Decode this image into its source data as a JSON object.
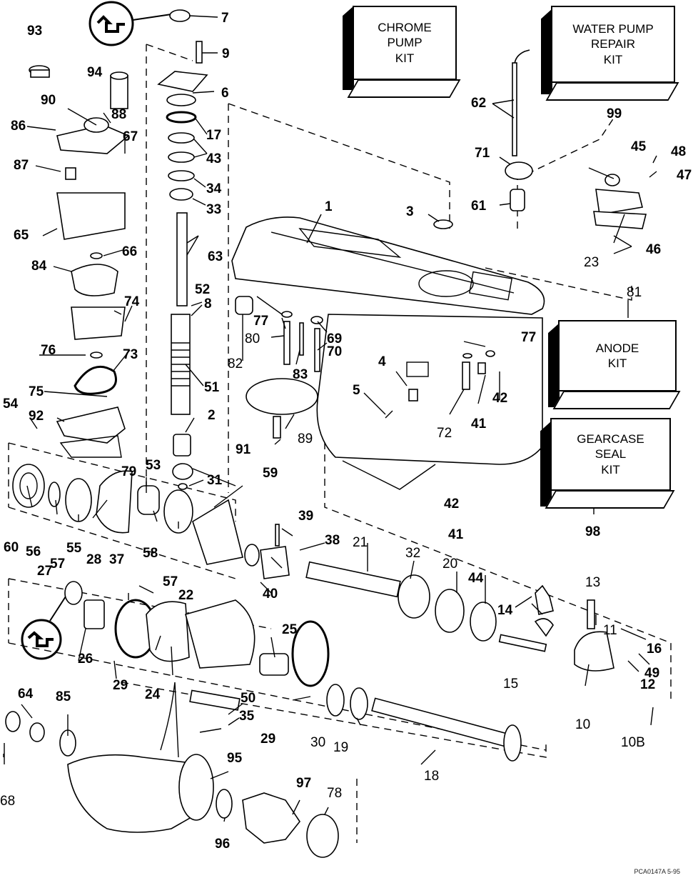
{
  "diagram": {
    "title": "Gearcase exploded parts diagram",
    "footer_code": "PCA0147A  5-95",
    "kits": [
      {
        "id": "chrome-pump-kit",
        "lines": [
          "CHROME",
          "PUMP",
          "KIT"
        ],
        "callout": ""
      },
      {
        "id": "water-pump-repair-kit",
        "lines": [
          "WATER PUMP",
          "REPAIR",
          "KIT"
        ],
        "callout": "99"
      },
      {
        "id": "anode-kit",
        "lines": [
          "ANODE",
          "KIT"
        ],
        "callout": "81"
      },
      {
        "id": "gearcase-seal-kit",
        "lines": [
          "GEARCASE",
          "SEAL",
          "KIT"
        ],
        "callout": "98"
      }
    ],
    "callouts": [
      "1",
      "2",
      "3",
      "4",
      "5",
      "6",
      "7",
      "8",
      "9",
      "10",
      "10B",
      "11",
      "12",
      "13",
      "14",
      "15",
      "16",
      "17",
      "18",
      "19",
      "20",
      "21",
      "22",
      "23",
      "24",
      "25",
      "26",
      "27",
      "28",
      "29",
      "29",
      "30",
      "31",
      "32",
      "33",
      "34",
      "35",
      "37",
      "38",
      "39",
      "40",
      "41",
      "41",
      "42",
      "42",
      "43",
      "44",
      "45",
      "46",
      "47",
      "48",
      "49",
      "50",
      "51",
      "52",
      "53",
      "54",
      "55",
      "56",
      "57",
      "57",
      "58",
      "59",
      "60",
      "61",
      "62",
      "63",
      "64",
      "65",
      "66",
      "67",
      "68",
      "69",
      "70",
      "71",
      "72",
      "73",
      "74",
      "75",
      "76",
      "77",
      "77",
      "78",
      "79",
      "80",
      "81",
      "82",
      "83",
      "84",
      "85",
      "86",
      "87",
      "88",
      "89",
      "90",
      "91",
      "92",
      "93",
      "94",
      "95",
      "96",
      "97",
      "98",
      "99"
    ],
    "icons": [
      "sealant-icon",
      "sealant-icon"
    ]
  }
}
